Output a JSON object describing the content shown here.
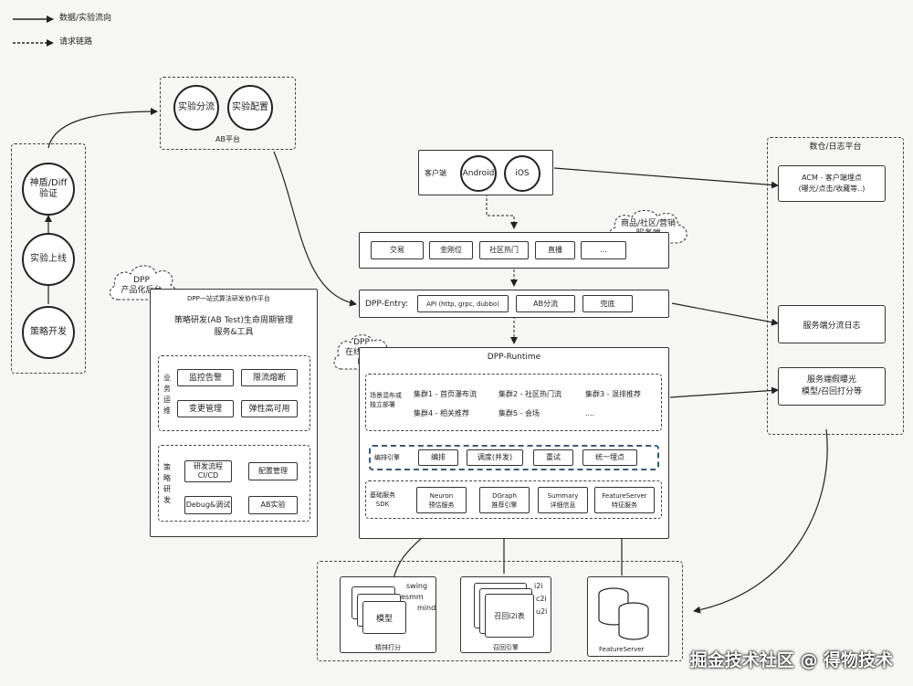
{
  "legend": {
    "solid": "数据/实验流向",
    "dashed": "请求链路"
  },
  "ab_platform": {
    "title": "AB平台",
    "items": [
      "实验分流",
      "实验配置"
    ]
  },
  "left_flow": {
    "top": "神盾/Diff\n验证",
    "mid": "实验上线",
    "bottom": "策略开发"
  },
  "client": {
    "label": "客户端",
    "items": [
      "Android",
      "iOS"
    ]
  },
  "business_cloud": "商品/社区/营销\n服务端",
  "business": {
    "items": [
      "交易",
      "金刚位",
      "社区热门",
      "直播",
      "..."
    ]
  },
  "entry": {
    "label": "DPP-Entry:",
    "items": [
      "API (http, grpc, dubbo)",
      "AB分流",
      "兜底"
    ]
  },
  "runtime_cloud": "DPP\n在线运行\n时",
  "runtime": {
    "title": "DPP-Runtime",
    "scene_label": "场景混布或\n独立部署",
    "clusters": [
      "集群1 - 首页瀑布流",
      "集群2 - 社区热门流",
      "集群3 - 混排推荐",
      "集群4 - 相关推荐",
      "集群5 - 会场",
      "...."
    ],
    "engine_label": "编排引擎",
    "engine_items": [
      "编排",
      "调度(并发)",
      "重试",
      "统一埋点"
    ],
    "sdk_label": "基础服务\nSDK",
    "sdk_items": [
      "Neuron\n预估服务",
      "DGraph\n推荐引擎",
      "Summary\n详细信息",
      "FeatureServer\n特征服务"
    ]
  },
  "platform_cloud": "DPP\n产品化后台",
  "platform": {
    "title": "DPP一站式算法研发协作平台",
    "subtitle": "策略研发(AB Test)生命周期管理\n服务&工具",
    "ops_label": "业务运维",
    "ops_items": [
      "监控告警",
      "限流熔断",
      "变更管理",
      "弹性高可用"
    ],
    "dev_label": "策略研发",
    "dev_items": [
      "研发流程\nCI/CD",
      "配置管理",
      "Debug&调试",
      "AB实验"
    ]
  },
  "log_platform": {
    "title": "数仓/日志平台",
    "items": [
      "ACM - 客户端埋点\n(曝光/点击/收藏等..)",
      "服务端分流日志",
      "服务端假曝光\n模型/召回打分等"
    ]
  },
  "bottom": {
    "model_labels": [
      "swing",
      "esmm",
      "mind"
    ],
    "model_card": "模型",
    "model_caption": "精排打分",
    "recall_labels": [
      "i2i",
      "c2i",
      "u2i"
    ],
    "recall_card": "召回i2i表",
    "recall_caption": "召回引擎",
    "feature_caption": "FeatureServer"
  },
  "watermark": "掘金技术社区 @ 得物技术"
}
